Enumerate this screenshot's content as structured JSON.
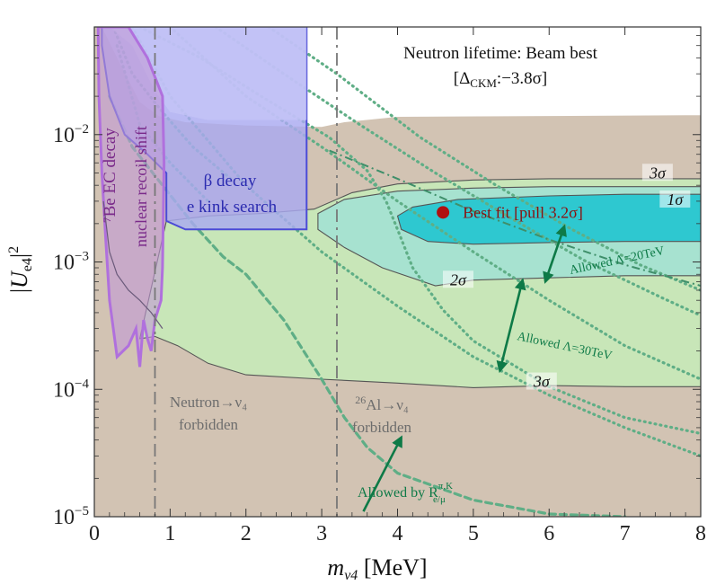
{
  "chart_data": {
    "type": "area",
    "title": "",
    "xlabel": "m_{ν4} [MeV]",
    "ylabel": "|U_{e4}|²",
    "x_range": [
      0,
      8
    ],
    "y_range": [
      1e-05,
      0.07
    ],
    "y_scale": "log",
    "x_ticks": [
      0,
      1,
      2,
      3,
      4,
      5,
      6,
      7,
      8
    ],
    "y_ticks": [
      {
        "value": 1e-05,
        "base": "10",
        "exp": "−5"
      },
      {
        "value": 0.0001,
        "base": "10",
        "exp": "−4"
      },
      {
        "value": 0.001,
        "base": "10",
        "exp": "−3"
      },
      {
        "value": 0.01,
        "base": "10",
        "exp": "−2"
      }
    ],
    "header": {
      "line1": "Neutron lifetime: Beam best",
      "line2_open": "[Δ",
      "line2_sub": "CKM",
      "line2_close": ":−3.8σ]"
    },
    "best_fit": {
      "x": 4.6,
      "y": 0.00245,
      "label": "Best fit [pull 3.2σ]",
      "color": "#b01010"
    },
    "contours": [
      {
        "label": "1σ",
        "label_x": 7.66,
        "label_y": 0.0029,
        "color": "#2ec8d0",
        "boundary": [
          [
            4.0,
            0.0023
          ],
          [
            4.2,
            0.0027
          ],
          [
            4.8,
            0.0031
          ],
          [
            6.0,
            0.0033
          ],
          [
            7.0,
            0.0034
          ],
          [
            8.0,
            0.0034
          ],
          [
            8.0,
            0.00145
          ],
          [
            7.0,
            0.00145
          ],
          [
            6.0,
            0.00142
          ],
          [
            5.0,
            0.00138
          ],
          [
            4.4,
            0.00145
          ],
          [
            4.05,
            0.0018
          ]
        ]
      },
      {
        "label": "2σ",
        "label_x": 4.8,
        "label_y": 0.00068,
        "color": "#a7e2d0",
        "boundary": [
          [
            2.95,
            0.0024
          ],
          [
            3.3,
            0.0031
          ],
          [
            4.0,
            0.0036
          ],
          [
            5.0,
            0.0038
          ],
          [
            6.0,
            0.0039
          ],
          [
            7.0,
            0.0039
          ],
          [
            8.0,
            0.0039
          ],
          [
            8.0,
            0.00078
          ],
          [
            7.0,
            0.00078
          ],
          [
            6.0,
            0.00075
          ],
          [
            5.0,
            0.00072
          ],
          [
            4.5,
            0.00065
          ],
          [
            3.8,
            0.0009
          ],
          [
            3.3,
            0.0013
          ],
          [
            2.95,
            0.0018
          ]
        ]
      },
      {
        "label": "3σ",
        "label_x": 7.43,
        "label_y": 0.0047,
        "color": "#c8e6b8",
        "boundary": [
          [
            0.95,
            0.0021
          ],
          [
            1.5,
            0.0023
          ],
          [
            2.2,
            0.0024
          ],
          [
            2.9,
            0.0026
          ],
          [
            3.4,
            0.0035
          ],
          [
            4.0,
            0.0041
          ],
          [
            5.0,
            0.0044
          ],
          [
            6.0,
            0.0045
          ],
          [
            7.0,
            0.0045
          ],
          [
            8.0,
            0.0045
          ],
          [
            8.0,
            0.000105
          ],
          [
            7.0,
            0.000105
          ],
          [
            6.0,
            0.000107
          ],
          [
            5.0,
            0.000103
          ],
          [
            4.0,
            0.000112
          ],
          [
            3.0,
            0.00012
          ],
          [
            2.0,
            0.00013
          ],
          [
            1.5,
            0.00016
          ],
          [
            1.1,
            0.00022
          ],
          [
            0.8,
            0.00026
          ],
          [
            0.6,
            0.00025
          ]
        ]
      }
    ],
    "extra_labels": [
      {
        "text": "3σ",
        "x": 5.9,
        "y": 0.000108
      }
    ],
    "excluded_regions": [
      {
        "label": "β decay",
        "label2": "e kink search",
        "color": "#a8a8ef"
      },
      {
        "label": "⁷Be EC decay",
        "color": "#9a5ab0"
      },
      {
        "label": "nuclear recoil shift",
        "color": "#9a5ab0"
      }
    ],
    "vertical_lines": [
      {
        "x": 0.8,
        "label1": "Neutron→ν₄",
        "label2": "forbidden"
      },
      {
        "x": 3.2,
        "label1_sup": "26",
        "label1": "Al→ν₄",
        "label2": "forbidden"
      }
    ],
    "allowed_annotations": [
      {
        "text": "Allowed Λ=20TeV",
        "rotation": -12
      },
      {
        "text": "Allowed Λ=30TeV",
        "rotation": 12
      },
      {
        "text": "Allowed by R",
        "sup": "π,K",
        "sub": "e/μ"
      }
    ],
    "colors": {
      "background_region": "#d2c3b3",
      "line_dotted": "#5fae86",
      "arrow": "#0e7a47",
      "vline": "#777777",
      "frame": "#333333"
    }
  }
}
